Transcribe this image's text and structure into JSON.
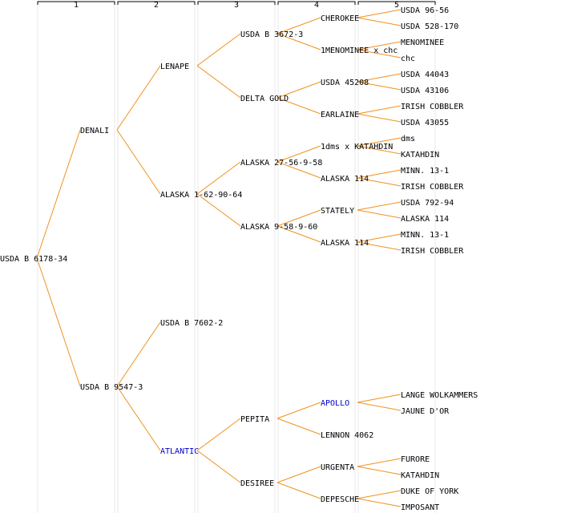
{
  "colors": {
    "edge": "#f0921e",
    "text": "#000000",
    "highlight": "#0000cc",
    "column_rule": "#e8e8e8",
    "header_line": "#000000"
  },
  "generations": [
    "1",
    "2",
    "3",
    "4",
    "5"
  ],
  "pedigree": {
    "name": "USDA B 6178-34",
    "children": [
      {
        "name": "DENALI",
        "children": [
          {
            "name": "LENAPE",
            "children": [
              {
                "name": "USDA B 3672-3",
                "children": [
                  {
                    "name": "CHEROKEE",
                    "children": [
                      {
                        "name": "USDA 96-56"
                      },
                      {
                        "name": "USDA 528-170"
                      }
                    ]
                  },
                  {
                    "name": "1MENOMINEE x chc",
                    "children": [
                      {
                        "name": "MENOMINEE"
                      },
                      {
                        "name": "chc"
                      }
                    ]
                  }
                ]
              },
              {
                "name": "DELTA GOLD",
                "children": [
                  {
                    "name": "USDA 45208",
                    "children": [
                      {
                        "name": "USDA 44043"
                      },
                      {
                        "name": "USDA 43106"
                      }
                    ]
                  },
                  {
                    "name": "EARLAINE",
                    "children": [
                      {
                        "name": "IRISH COBBLER"
                      },
                      {
                        "name": "USDA 43055"
                      }
                    ]
                  }
                ]
              }
            ]
          },
          {
            "name": "ALASKA 1-62-90-64",
            "children": [
              {
                "name": "ALASKA 27-56-9-58",
                "children": [
                  {
                    "name": "1dms x KATAHDIN",
                    "children": [
                      {
                        "name": "dms"
                      },
                      {
                        "name": "KATAHDIN"
                      }
                    ]
                  },
                  {
                    "name": "ALASKA 114",
                    "children": [
                      {
                        "name": "MINN. 13-1"
                      },
                      {
                        "name": "IRISH COBBLER"
                      }
                    ]
                  }
                ]
              },
              {
                "name": "ALASKA 9-58-9-60",
                "children": [
                  {
                    "name": "STATELY",
                    "children": [
                      {
                        "name": "USDA 792-94"
                      },
                      {
                        "name": "ALASKA 114"
                      }
                    ]
                  },
                  {
                    "name": "ALASKA 114",
                    "children": [
                      {
                        "name": "MINN. 13-1"
                      },
                      {
                        "name": "IRISH COBBLER"
                      }
                    ]
                  }
                ]
              }
            ]
          }
        ]
      },
      {
        "name": "USDA B 9547-3",
        "children": [
          {
            "name": "USDA B 7602-2"
          },
          {
            "name": "ATLANTIC",
            "highlight": true,
            "children": [
              {
                "name": "PEPITA",
                "children": [
                  {
                    "name": "APOLLO",
                    "highlight": true,
                    "children": [
                      {
                        "name": "LANGE WOLKAMMERS"
                      },
                      {
                        "name": "JAUNE D'OR"
                      }
                    ]
                  },
                  {
                    "name": "LENNON 4062"
                  }
                ]
              },
              {
                "name": "DESIREE",
                "children": [
                  {
                    "name": "URGENTA",
                    "children": [
                      {
                        "name": "FURORE"
                      },
                      {
                        "name": "KATAHDIN"
                      }
                    ]
                  },
                  {
                    "name": "DEPESCHE",
                    "children": [
                      {
                        "name": "DUKE OF YORK"
                      },
                      {
                        "name": "IMPOSANT"
                      }
                    ]
                  }
                ]
              }
            ]
          }
        ]
      }
    ]
  }
}
